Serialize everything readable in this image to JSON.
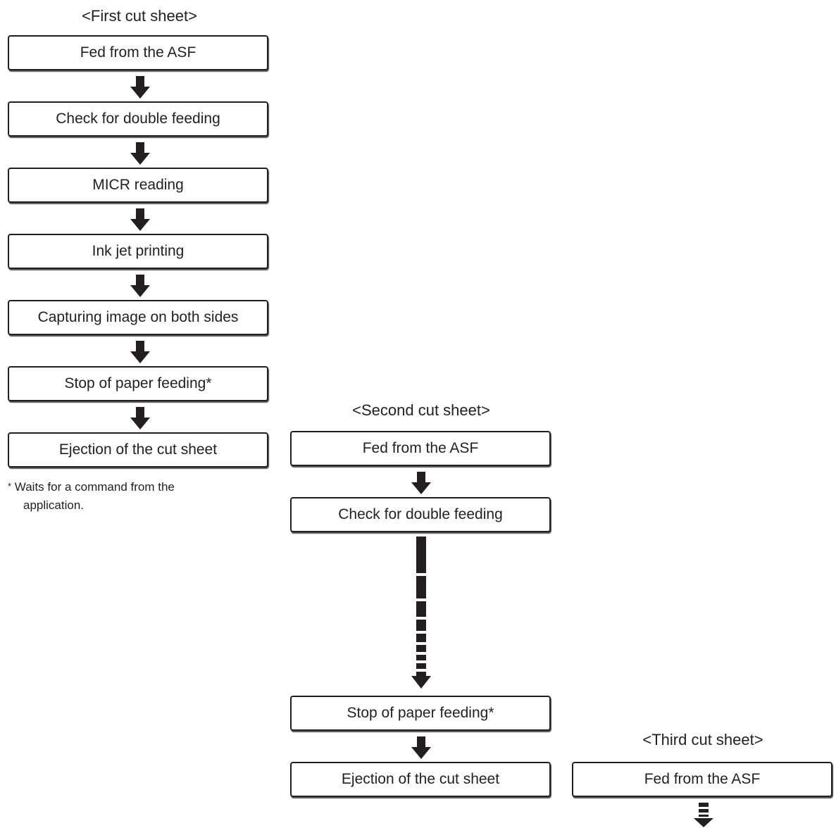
{
  "sheets": [
    {
      "title": "<First cut sheet>",
      "steps": [
        "Fed from the ASF",
        "Check for double feeding",
        "MICR reading",
        "Ink jet printing",
        "Capturing image on both sides",
        "Stop of paper feeding*",
        "Ejection of the cut sheet"
      ],
      "note_mark": "*",
      "note_line1": "Waits for a command from the",
      "note_line2": "application."
    },
    {
      "title": "<Second cut sheet>",
      "steps": [
        "Fed from the ASF",
        "Check for double feeding",
        "Stop of paper feeding*",
        "Ejection of the cut sheet"
      ]
    },
    {
      "title": "<Third cut sheet>",
      "steps": [
        "Fed from the ASF"
      ]
    }
  ]
}
